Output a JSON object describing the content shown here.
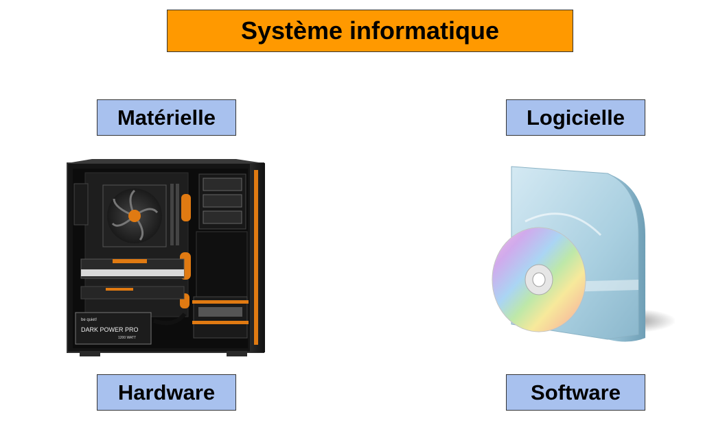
{
  "title": "Système informatique",
  "left_column": {
    "top_label": "Matérielle",
    "bottom_label": "Hardware",
    "image_icon": "pc-tower-icon",
    "psu_brand": "be quiet!",
    "psu_model": "DARK POWER PRO",
    "psu_watt": "1200 WATT"
  },
  "right_column": {
    "top_label": "Logicielle",
    "bottom_label": "Software",
    "image_icon": "software-box-cd-icon"
  },
  "colors": {
    "title_bg": "#FF9900",
    "label_bg": "#A8C1EE",
    "border": "#333333",
    "case_accent": "#E07A12"
  }
}
